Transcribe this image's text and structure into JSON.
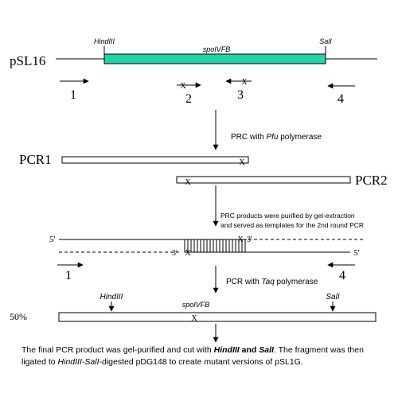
{
  "plasmid": {
    "name": "pSL16",
    "gene": "spoIVFB",
    "site_left": "HindIII",
    "site_right": "SalI",
    "gene_color": "#22d3a5"
  },
  "primers": {
    "p1": "1",
    "p2": "2",
    "p3": "3",
    "p4": "4"
  },
  "steps": {
    "step1_prefix": "PRC with ",
    "step1_enzyme": "Pfu",
    "step1_suffix": " polymerase",
    "step2_line1": "PRC products were purified by gel-extraction",
    "step2_line2": "and served as templates for the 2nd round PCR",
    "step3_prefix": "PCR with ",
    "step3_enzyme": "Taq",
    "step3_suffix": " polymerase"
  },
  "products": {
    "pcr1": "PCR1",
    "pcr2": "PCR2",
    "mark": "X",
    "five_prime": "5'",
    "three_prime": "3'"
  },
  "final": {
    "percent": "50%",
    "site_left": "HindIII",
    "gene": "spoIVFB",
    "site_right": "SalI"
  },
  "caption": {
    "t1": "The final PCR product was gel-purified and cut with ",
    "b1": "HindIII",
    "t2": " and ",
    "b2": "SalI",
    "t3": ".  The fragment was then ligated to ",
    "i1": "HindIII-SalI",
    "t4": "-digested pDG148 to create mutant versions of pSL1G."
  }
}
